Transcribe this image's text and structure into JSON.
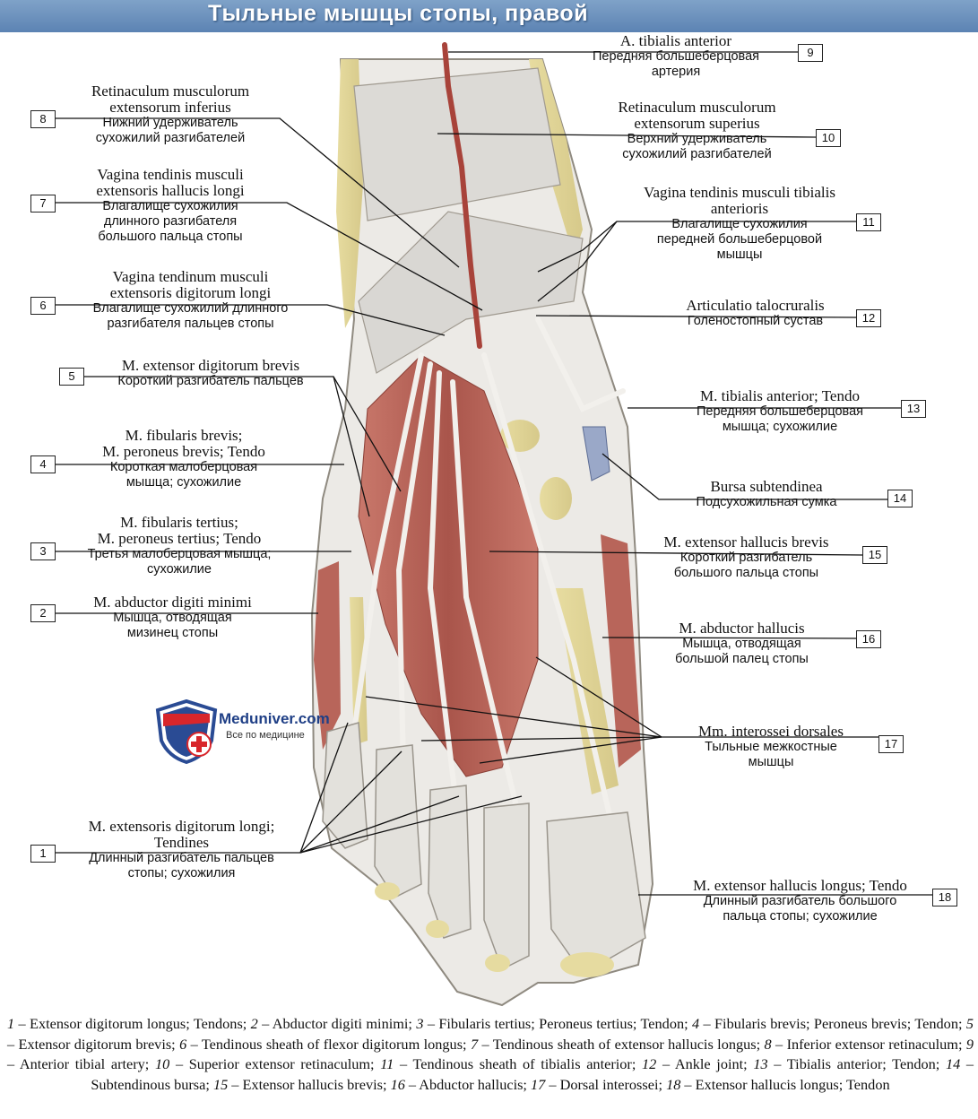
{
  "title": "Тыльные мышцы стопы, правой",
  "logo": {
    "name": "Meduniver.com",
    "tagline": "Все по медицине"
  },
  "labels": [
    {
      "n": "9",
      "lat": [
        "A. tibialis anterior"
      ],
      "ru": [
        "Передняя большеберцовая",
        "артерия"
      ]
    },
    {
      "n": "8",
      "lat": [
        "Retinaculum musculorum",
        "extensorum inferius"
      ],
      "ru": [
        "Нижний удерживатель",
        "сухожилий разгибателей"
      ]
    },
    {
      "n": "10",
      "lat": [
        "Retinaculum musculorum",
        "extensorum superius"
      ],
      "ru": [
        "Верхний удерживатель",
        "сухожилий разгибателей"
      ]
    },
    {
      "n": "7",
      "lat": [
        "Vagina tendinis musculi",
        "extensoris hallucis longi"
      ],
      "ru": [
        "Влагалище сухожилия",
        "длинного разгибателя",
        "большого пальца стопы"
      ]
    },
    {
      "n": "11",
      "lat": [
        "Vagina tendinis musculi tibialis",
        "anterioris"
      ],
      "ru": [
        "Влагалище сухожилия",
        "передней большеберцовой",
        "мышцы"
      ]
    },
    {
      "n": "6",
      "lat": [
        "Vagina tendinum musculi",
        "extensoris digitorum longi"
      ],
      "ru": [
        "Влагалище сухожилий длинного",
        "разгибателя пальцев стопы"
      ]
    },
    {
      "n": "12",
      "lat": [
        "Articulatio talocruralis"
      ],
      "ru": [
        "Голеностопный сустав"
      ]
    },
    {
      "n": "5",
      "lat": [
        "M. extensor digitorum brevis"
      ],
      "ru": [
        "Короткий разгибатель пальцев"
      ]
    },
    {
      "n": "13",
      "lat": [
        "M. tibialis anterior; Tendo"
      ],
      "ru": [
        "Передняя большеберцовая",
        "мышца; сухожилие"
      ]
    },
    {
      "n": "4",
      "lat": [
        "M. fibularis brevis;",
        "M. peroneus brevis; Tendo"
      ],
      "ru": [
        "Короткая малоберцовая",
        "мышца; сухожилие"
      ]
    },
    {
      "n": "14",
      "lat": [
        "Bursa subtendinea"
      ],
      "ru": [
        "Подсухожильная сумка"
      ]
    },
    {
      "n": "3",
      "lat": [
        "M. fibularis tertius;",
        "M. peroneus tertius; Tendo"
      ],
      "ru": [
        "Третья малоберцовая мышца;",
        "сухожилие"
      ]
    },
    {
      "n": "15",
      "lat": [
        "M. extensor hallucis brevis"
      ],
      "ru": [
        "Короткий разгибатель",
        "большого пальца стопы"
      ]
    },
    {
      "n": "2",
      "lat": [
        "M. abductor digiti minimi"
      ],
      "ru": [
        "Мышца, отводящая",
        "мизинец стопы"
      ]
    },
    {
      "n": "16",
      "lat": [
        "M. abductor hallucis"
      ],
      "ru": [
        "Мышца, отводящая",
        "большой палец стопы"
      ]
    },
    {
      "n": "17",
      "lat": [
        "Mm. interossei dorsales"
      ],
      "ru": [
        "Тыльные межкостные",
        "мышцы"
      ]
    },
    {
      "n": "1",
      "lat": [
        "M. extensoris digitorum longi;",
        "Tendines"
      ],
      "ru": [
        "Длинный разгибатель пальцев",
        "стопы; сухожилия"
      ]
    },
    {
      "n": "18",
      "lat": [
        "M. extensor hallucis longus; Tendo"
      ],
      "ru": [
        "Длинный разгибатель большого",
        "пальца стопы; сухожилие"
      ]
    }
  ],
  "caption": [
    {
      "n": "1",
      "t": "Extensor digitorum longus; Tendons"
    },
    {
      "n": "2",
      "t": "Abductor digiti minimi"
    },
    {
      "n": "3",
      "t": "Fibularis tertius; Peroneus tertius; Tendon"
    },
    {
      "n": "4",
      "t": "Fibularis brevis; Peroneus brevis; Tendon"
    },
    {
      "n": "5",
      "t": "Extensor digitorum brevis"
    },
    {
      "n": "6",
      "t": "Tendinous sheath of flexor digitorum longus"
    },
    {
      "n": "7",
      "t": "Tendinous sheath of extensor hallucis longus"
    },
    {
      "n": "8",
      "t": "Inferior extensor retinaculum"
    },
    {
      "n": "9",
      "t": "Anterior tibial artery"
    },
    {
      "n": "10",
      "t": "Superior extensor retinaculum"
    },
    {
      "n": "11",
      "t": "Tendinous sheath of tibialis anterior"
    },
    {
      "n": "12",
      "t": "Ankle joint"
    },
    {
      "n": "13",
      "t": "Tibialis anterior; Tendon"
    },
    {
      "n": "14",
      "t": "Subtendinous bursa"
    },
    {
      "n": "15",
      "t": "Extensor hallucis brevis"
    },
    {
      "n": "16",
      "t": "Abductor hallucis"
    },
    {
      "n": "17",
      "t": "Dorsal interossei"
    },
    {
      "n": "18",
      "t": "Extensor hallucis longus; Tendon"
    }
  ],
  "colors": {
    "header": "#6a8fbd",
    "muscle": "#b8655a",
    "tendon": "#e8e6e2",
    "bone": "#e6dba0",
    "skin": "#ecebe7"
  }
}
